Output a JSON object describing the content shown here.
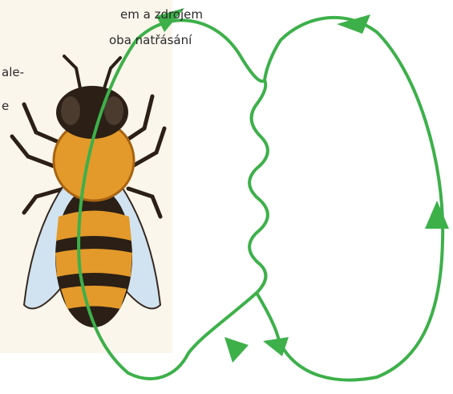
{
  "caption": {
    "lines": [
      "em a zdrojem",
      "oba natřásání",
      "ale-",
      "e"
    ]
  },
  "colors": {
    "path_green": "#3db04a",
    "bee_amber": "#e39a2a",
    "bee_dark": "#2b1f16",
    "wing_blue": "#cfe3f2",
    "paper": "#fbf6ec"
  },
  "icons": {
    "bee": "honeybee-illustration",
    "arrows": "green-arrowhead"
  }
}
